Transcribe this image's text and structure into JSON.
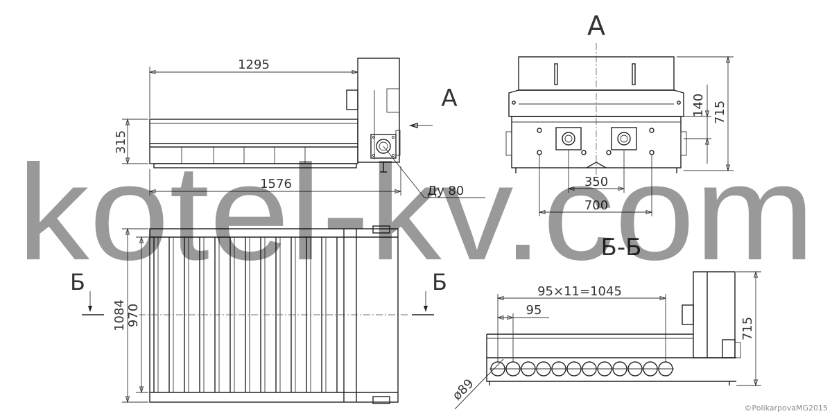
{
  "dimensions": {
    "d_1295": "1295",
    "d_315": "315",
    "d_1576": "1576",
    "d_du80": "Ду 80",
    "d_140": "140",
    "d_715_top": "715",
    "d_350": "350",
    "d_700": "700",
    "d_1084": "1084",
    "d_970": "970",
    "d_pitch": "95×11=1045",
    "d_95": "95",
    "d_715_bottom": "715",
    "d_89": "ø89"
  },
  "view_labels": {
    "view_a_title": "А",
    "arrow_a_letter": "А",
    "section_bb_title": "Б-Б",
    "section_b_left": "Б",
    "section_b_right": "Б"
  },
  "watermark": "kotel-kv.com",
  "copyright": "©PolikarpovaMG2015"
}
